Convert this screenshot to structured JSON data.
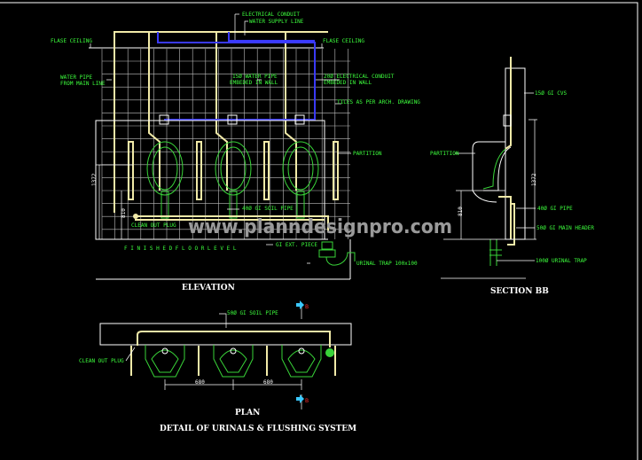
{
  "elevation": {
    "title": "ELEVATION",
    "labels": {
      "electrical_conduit": "ELECTRICAL CONDUIT",
      "water_supply_line": "WATER SUPPLY LINE",
      "false_ceiling_left": "FLASE CEILING",
      "false_ceiling_right": "FLASE CEILING",
      "water_pipe_1": "WATER PIPE",
      "water_pipe_2": "FROM MAIN LINE",
      "embedded_pipe_1": "15Ø WATER PIPE",
      "embedded_pipe_2": "EMBEDED IN WALL",
      "embedded_conduit_1": "20Ø ELECTRICAL CONDUIT",
      "embedded_conduit_2": "EMBEDED IN WALL",
      "tiles": "TILES AS PER ARCH. DRAWING",
      "partition": "PARTITION",
      "soil_pipe": "40Ø GI SOIL PIPE",
      "clean_out_plug": "CLEAN OUT PLUG",
      "finished_floor": "F I N I S H E D   F L O O R   L E V E L",
      "gi_ext_piece": "GI EXT. PIECE",
      "urinal_trap": "URINAL TRAP 100x100"
    },
    "dims": {
      "height": "1372",
      "rim": "810"
    }
  },
  "section": {
    "title": "SECTION BB",
    "labels": {
      "cvs": "15Ø GI CVS",
      "partition": "PARTITION",
      "gi_pipe": "40Ø GI PIPE",
      "main_header": "50Ø GI MAIN HEADER",
      "urinal_trap": "100Ø URINAL TRAP"
    },
    "dims": {
      "height": "1372",
      "rim": "810"
    }
  },
  "plan": {
    "title": "PLAN",
    "labels": {
      "soil_pipe": "50Ø GI SOIL PIPE",
      "clean_out_plug": "CLEAN OUT PLUG",
      "section_mark_top": "B",
      "section_mark_bottom": "B"
    },
    "dims": [
      "680",
      "680"
    ]
  },
  "drawing_title": "DETAIL OF URINALS & FLUSHING SYSTEM",
  "watermark": "www.planndesignpro.com",
  "colors": {
    "annotation": "#3dff3d",
    "water_pipe": "#f1eaa8",
    "conduit": "#3a3aff",
    "fixture": "#39d439",
    "background": "#000000"
  }
}
